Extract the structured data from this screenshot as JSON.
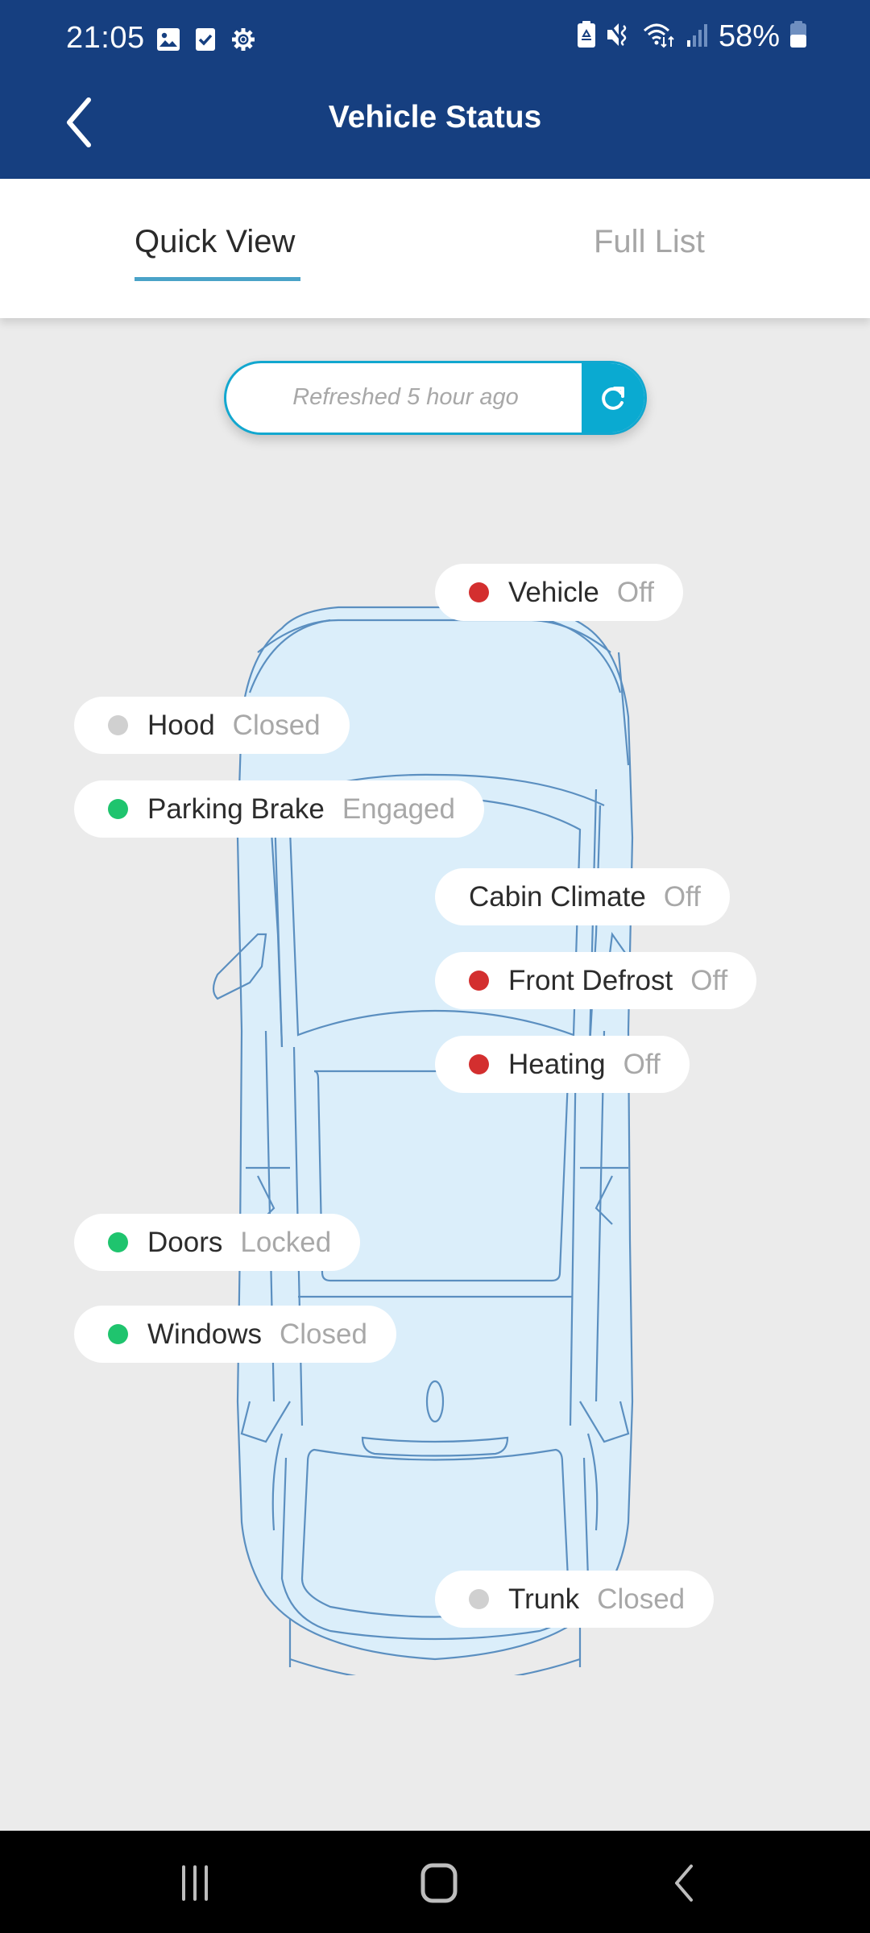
{
  "status_bar": {
    "time": "21:05",
    "left_icons": [
      "gallery-icon",
      "checkbox-icon",
      "settings-gear-icon"
    ],
    "right_icons": [
      "battery-saver-icon",
      "mute-vibrate-icon",
      "wifi-icon",
      "signal-icon"
    ],
    "battery_percent": "58%"
  },
  "header": {
    "title": "Vehicle Status",
    "back_icon": "chevron-left-icon"
  },
  "tabs": [
    {
      "label": "Quick View",
      "active": true
    },
    {
      "label": "Full List",
      "active": false
    }
  ],
  "refresh": {
    "text": "Refreshed 5 hour ago",
    "button_icon": "refresh-icon"
  },
  "colors": {
    "header_bg": "#163f80",
    "accent": "#0aaad1",
    "tab_underline": "#4aa3c8",
    "status_red": "#d32f2f",
    "status_green": "#1fc46e",
    "status_gray": "#d0d0d0",
    "car_fill": "#dbeefa",
    "car_stroke": "#5b8fc0"
  },
  "statuses": [
    {
      "label": "Vehicle",
      "value": "Off",
      "indicator": "red"
    },
    {
      "label": "Hood",
      "value": "Closed",
      "indicator": "gray"
    },
    {
      "label": "Parking Brake",
      "value": "Engaged",
      "indicator": "green"
    },
    {
      "label": "Cabin Climate",
      "value": "Off",
      "indicator": "none"
    },
    {
      "label": "Front Defrost",
      "value": "Off",
      "indicator": "red"
    },
    {
      "label": "Heating",
      "value": "Off",
      "indicator": "red"
    },
    {
      "label": "Doors",
      "value": "Locked",
      "indicator": "green"
    },
    {
      "label": "Windows",
      "value": "Closed",
      "indicator": "green"
    },
    {
      "label": "Trunk",
      "value": "Closed",
      "indicator": "gray"
    }
  ],
  "nav_bar": {
    "buttons": [
      "recent-apps-icon",
      "home-icon",
      "back-icon"
    ]
  }
}
